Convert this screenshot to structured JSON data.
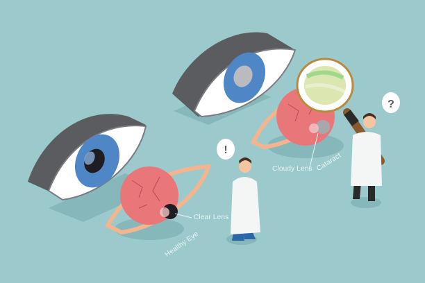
{
  "illustration": {
    "title": "Cataract vs Healthy Eye isometric illustration",
    "background_color": "#9BC9CC"
  },
  "labels": {
    "clear_lens": "Clear Lens",
    "healthy_eye": "Healthy Eye",
    "cloudy_lens": "Cloudy Lens",
    "cataract": "Cataract"
  },
  "speech_bubbles": {
    "exclamation": "!",
    "question": "?"
  },
  "colors": {
    "eye_outer_gray": "#5A5C60",
    "eye_white": "#FFFFFF",
    "iris_blue": "#4F86C6",
    "pupil": "#1E1E22",
    "eyeball_pink": "#E9777A",
    "lid_outline": "#F4B48E",
    "coat_white": "#F4F6F6",
    "trousers_blue": "#2A66A8",
    "hair_brown": "#4A2E22",
    "magnifier_handle": "#8A5A2C"
  }
}
